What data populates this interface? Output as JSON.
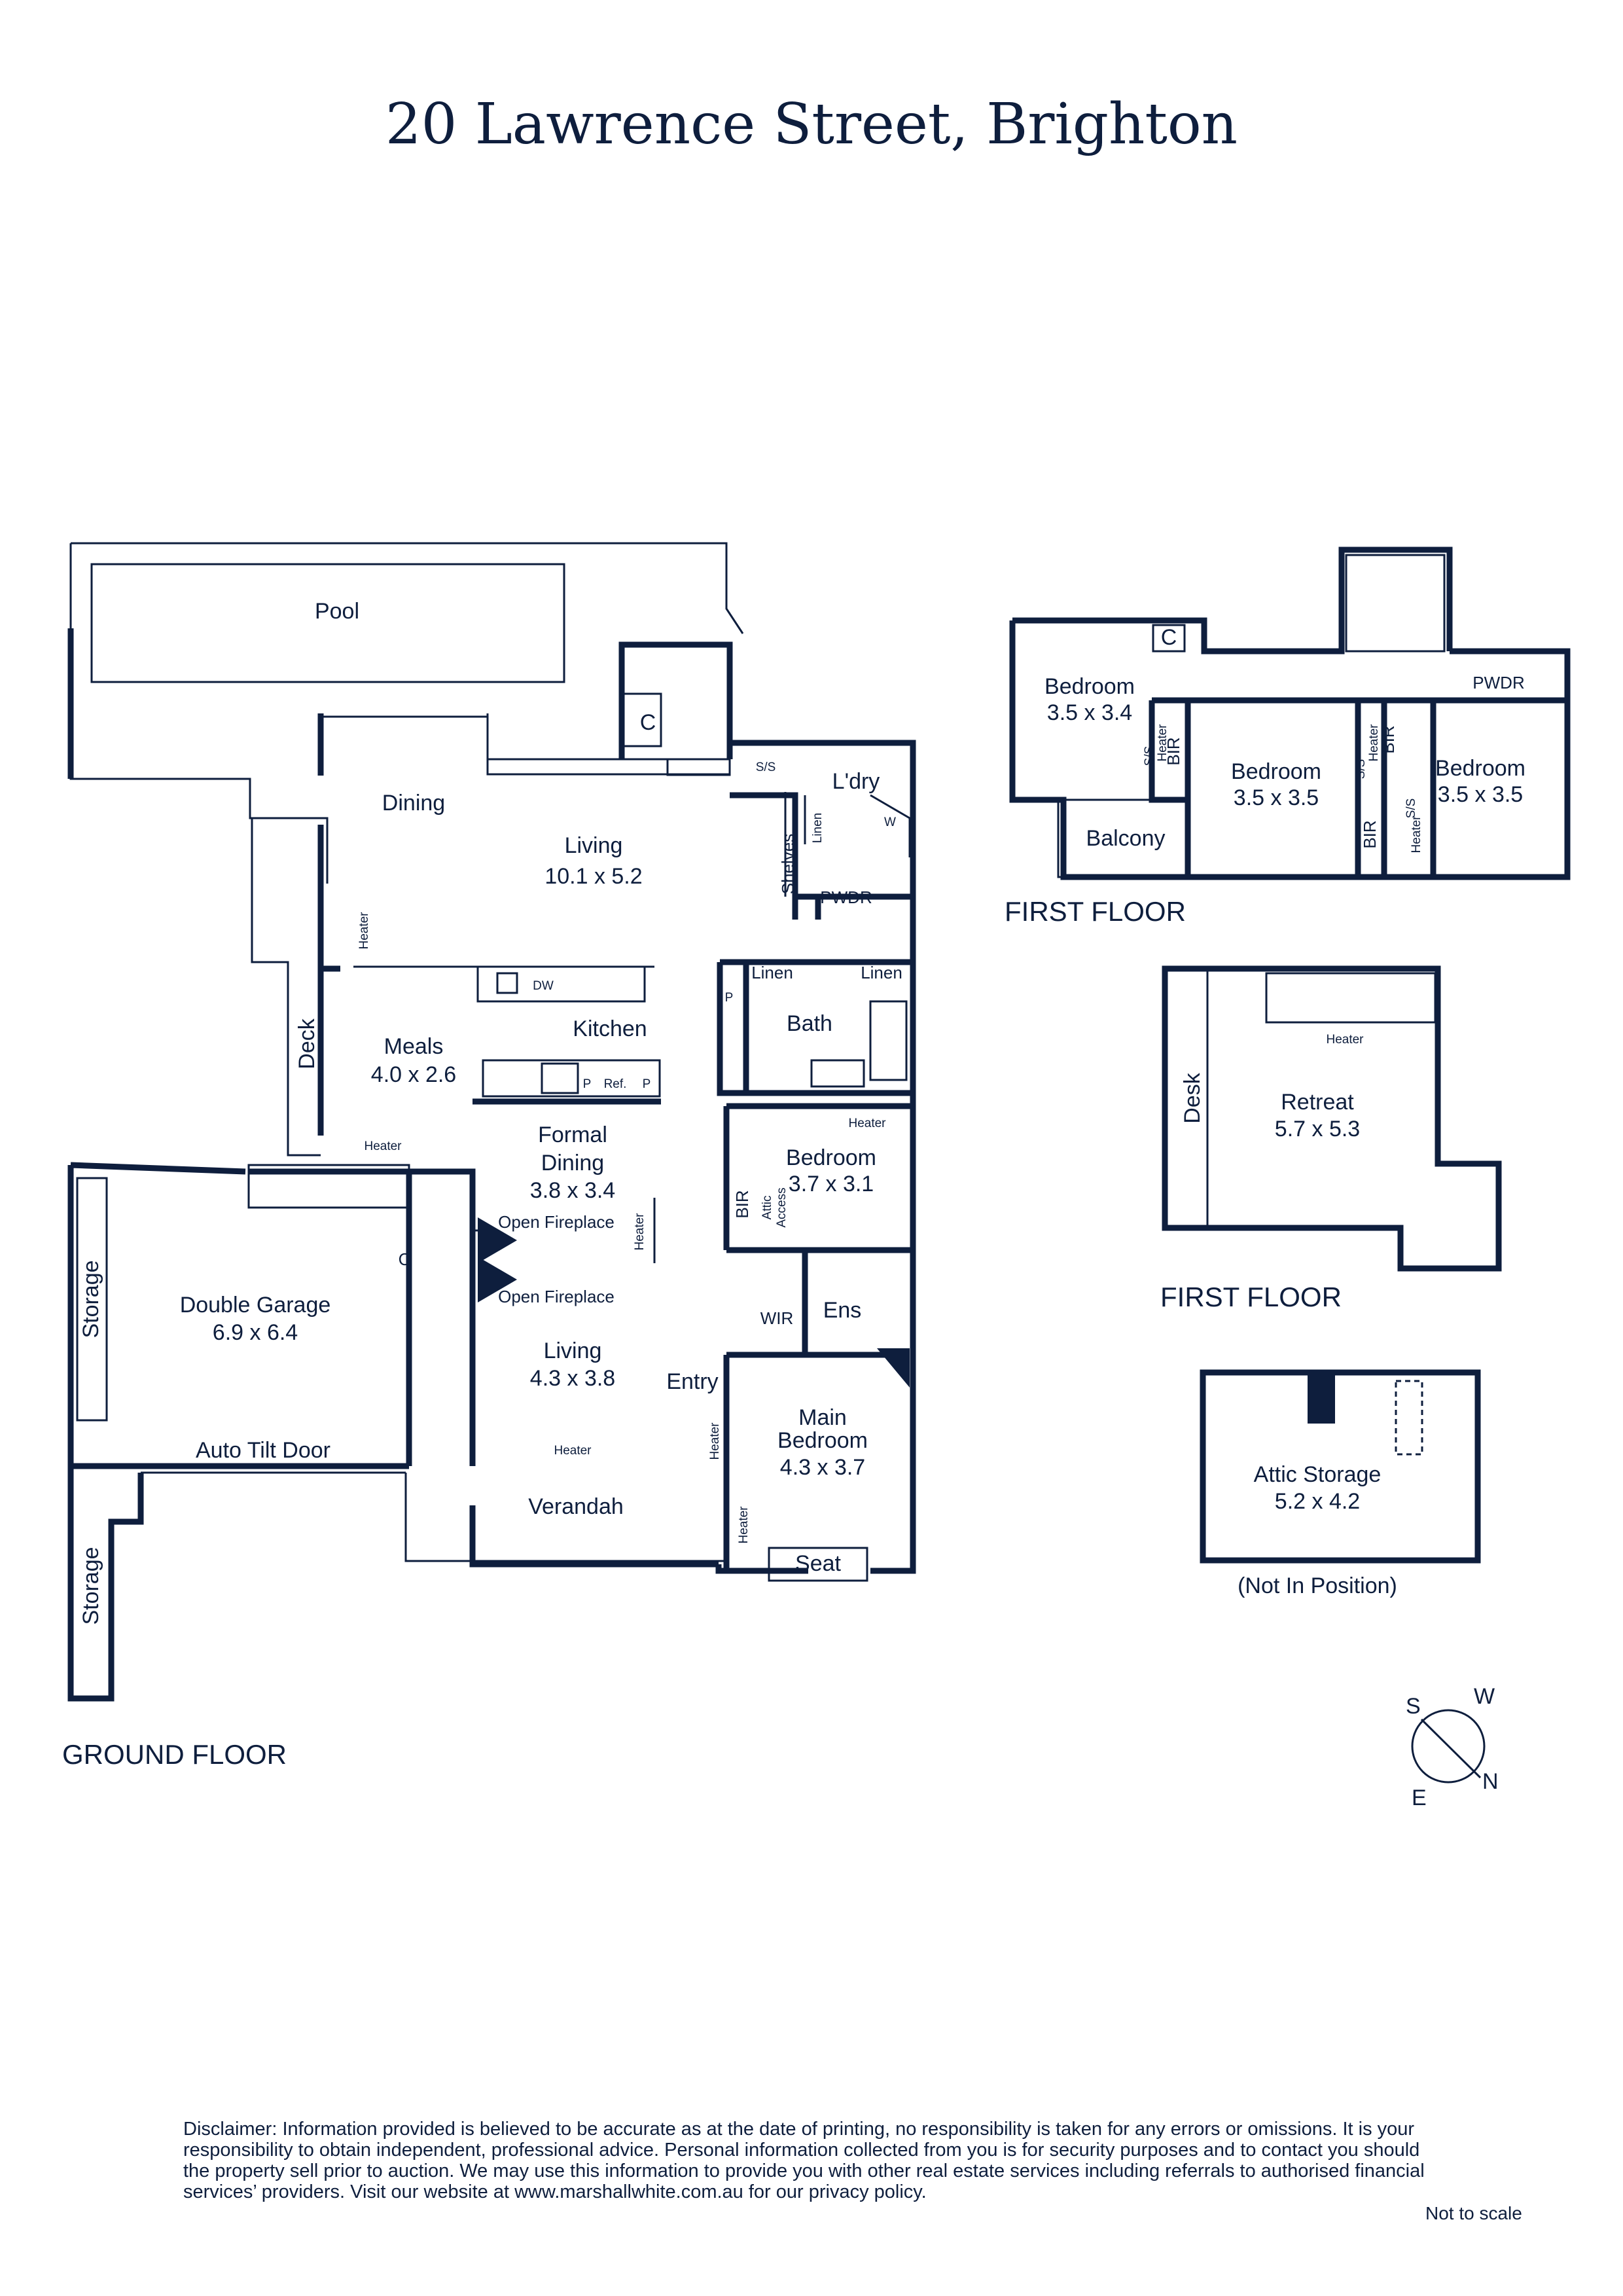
{
  "title": "20 Lawrence Street, Brighton",
  "colors": {
    "ink": "#0e1e3d",
    "background": "#ffffff"
  },
  "ground_floor": {
    "label": "GROUND FLOOR",
    "pool": "Pool",
    "closet": "C",
    "dining": "Dining",
    "living": {
      "name": "Living",
      "size": "10.1 x 5.2"
    },
    "ss": "S/S",
    "laundry": "L'dry",
    "w": "W",
    "linen": "Linen",
    "shelves": "Shelves",
    "pwdr": "PWDR",
    "heater": "Heater",
    "deck": "Deck",
    "meals": {
      "name": "Meals",
      "size": "4.0 x 2.6"
    },
    "kitchen": "Kitchen",
    "dw": "DW",
    "p": "P",
    "ref": "Ref.",
    "bath": "Bath",
    "formal_dining": {
      "name1": "Formal",
      "name2": "Dining",
      "size": "3.8 x 3.4"
    },
    "open_fireplace": "Open Fireplace",
    "bedroom": {
      "name": "Bedroom",
      "size": "3.7 x 3.1"
    },
    "bir": "BIR",
    "attic_access1": "Attic",
    "attic_access2": "Access",
    "living2": {
      "name": "Living",
      "size": "4.3 x 3.8"
    },
    "double_garage": {
      "name": "Double Garage",
      "size": "6.9 x 6.4"
    },
    "storage": "Storage",
    "auto_tilt_door": "Auto Tilt Door",
    "wir": "WIR",
    "ens": "Ens",
    "entry": "Entry",
    "main_bedroom": {
      "name1": "Main",
      "name2": "Bedroom",
      "size": "4.3 x 3.7"
    },
    "verandah": "Verandah",
    "seat": "Seat"
  },
  "first_floor": {
    "label": "FIRST FLOOR",
    "bedroom_a": {
      "name": "Bedroom",
      "size": "3.5 x 3.4"
    },
    "bedroom_b": {
      "name": "Bedroom",
      "size": "3.5 x 3.5"
    },
    "bedroom_c": {
      "name": "Bedroom",
      "size": "3.5 x 3.5"
    },
    "balcony": "Balcony",
    "closet": "C",
    "pwdr": "PWDR",
    "bir": "BIR",
    "heater": "Heater",
    "ss": "S/S"
  },
  "retreat_floor": {
    "label": "FIRST FLOOR",
    "desk": "Desk",
    "heater": "Heater",
    "retreat": {
      "name": "Retreat",
      "size": "5.7 x 5.3"
    }
  },
  "attic": {
    "name": "Attic Storage",
    "size": "5.2 x 4.2",
    "note": "(Not In Position)"
  },
  "compass": {
    "s": "S",
    "w": "W",
    "e": "E",
    "n": "N"
  },
  "disclaimer": "Disclaimer: Information provided is believed to be accurate as at the date of printing, no responsibility is taken for any errors or omissions. It is your responsibility to obtain independent, professional advice. Personal information collected from you is for security purposes and to contact you should the property sell prior to auction. We may use this information to provide you with other real estate services including referrals to authorised financial services’ providers. Visit our website at www.marshallwhite.com.au for our privacy policy.",
  "not_to_scale": "Not to scale"
}
